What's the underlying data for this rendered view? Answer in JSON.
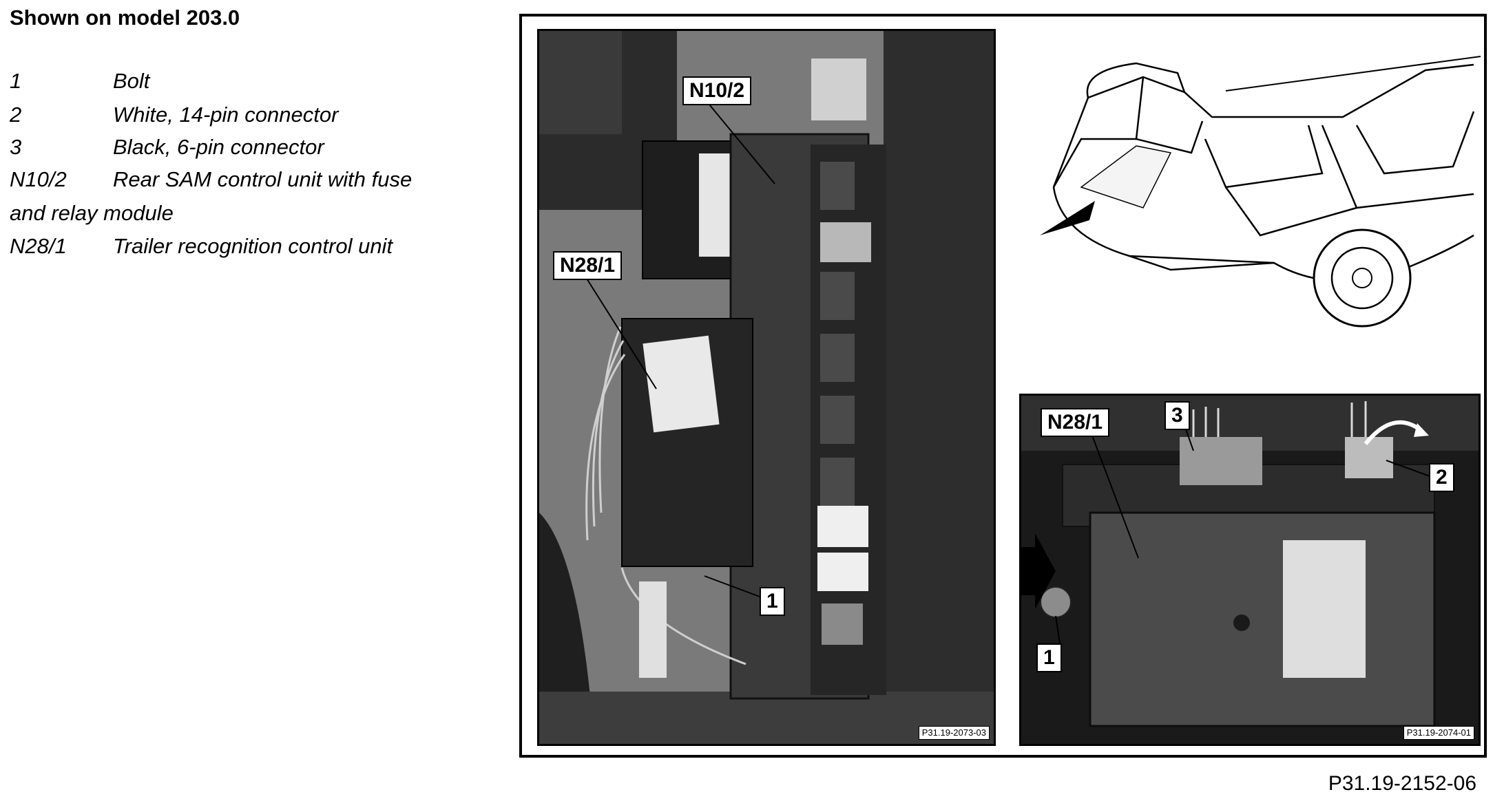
{
  "title": "Shown on model 203.0",
  "legend": [
    {
      "code": "1",
      "desc": "Bolt"
    },
    {
      "code": "2",
      "desc": "White, 14-pin connector"
    },
    {
      "code": "3",
      "desc": "Black, 6-pin connector"
    },
    {
      "code": "N10/2",
      "desc": "Rear SAM control unit with fuse"
    },
    {
      "code": "",
      "desc": "and relay module"
    },
    {
      "code": "N28/1",
      "desc": "Trailer recognition control unit"
    }
  ],
  "left_photo": {
    "callouts": {
      "n10_2": "N10/2",
      "n28_1": "N28/1",
      "c1": "1"
    },
    "ref": "P31.19-2073-03"
  },
  "right_photo": {
    "callouts": {
      "n28_1": "N28/1",
      "c3": "3",
      "c2": "2",
      "c1": "1"
    },
    "ref": "P31.19-2074-01"
  },
  "figure_ref": "P31.19-2152-06"
}
